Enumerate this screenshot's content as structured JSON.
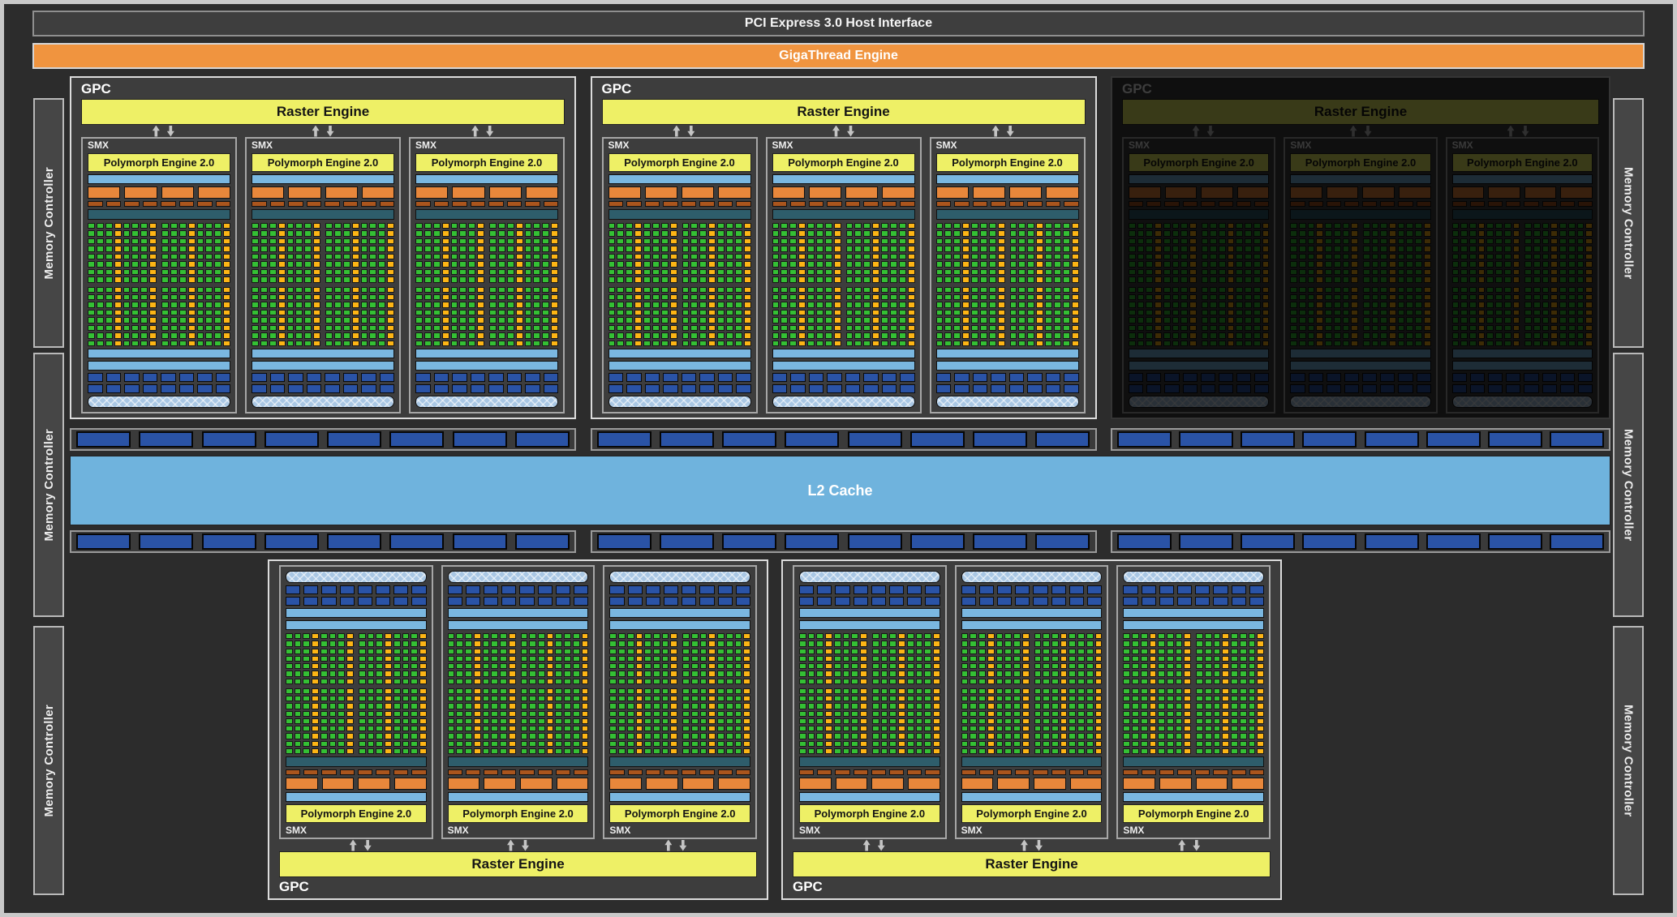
{
  "labels": {
    "pci": "PCI Express 3.0 Host Interface",
    "gigathread": "GigaThread Engine",
    "gpc": "GPC",
    "raster": "Raster Engine",
    "smx": "SMX",
    "polymorph": "Polymorph Engine 2.0",
    "l2": "L2 Cache",
    "memory_controller": "Memory Controller"
  },
  "colors": {
    "background": "#2c2c2c",
    "frame": "#c9c9c9",
    "panel": "#3d3d3d",
    "gigathread_orange": "#f0943f",
    "engine_yellow": "#eef066",
    "light_blue": "#7ab7e0",
    "l2_blue": "#6fb3dd",
    "core_green": "#34c034",
    "core_yellow": "#fdb515",
    "orange_segment": "#e8873b",
    "dark_orange_segment": "#aa551d",
    "teal": "#2e5d6b",
    "block_blue": "#2a53a6",
    "hatch_blue": "#a9c7e4",
    "arrow_gray": "#c4c4c4",
    "mc_bg": "#464646"
  },
  "layout": {
    "top_gpcs": [
      {
        "disabled": false
      },
      {
        "disabled": false
      },
      {
        "disabled": true
      }
    ],
    "bottom_gpcs": [
      {
        "disabled": false
      },
      {
        "disabled": false
      }
    ],
    "smx_per_gpc": 3,
    "core_grid": {
      "columns": 16,
      "rows": 16,
      "highlight_columns": [
        4,
        8,
        12,
        16
      ]
    },
    "orange_segments": 4,
    "small_orange_segments": 8,
    "blue_block_rows_per_smx": 2,
    "blue_blocks_per_row": 8,
    "memory_partition_rows": {
      "containers": 3,
      "blocks_per_container": 8
    },
    "memory_controllers_per_side": 3
  }
}
